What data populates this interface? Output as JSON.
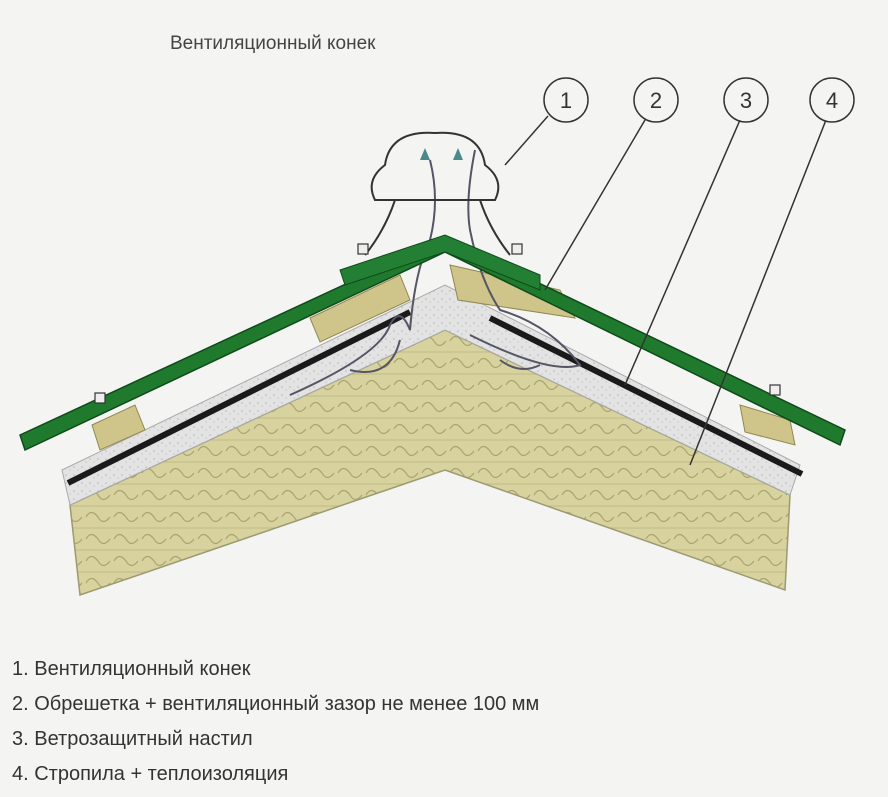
{
  "title": "Вентиляционный конек",
  "callouts": [
    "1",
    "2",
    "3",
    "4"
  ],
  "legend": [
    "1. Вентиляционный конек",
    "2. Обрешетка + вентиляционный зазор не менее 100 мм",
    "3. Ветрозащитный настил",
    "4. Стропила + теплоизоляция"
  ],
  "colors": {
    "roofing": "#1f7a2e",
    "insulation": "#d6d09a",
    "windproof": "#dcdcdc",
    "membrane": "#1a1a1a",
    "batten": "#cfc48a"
  }
}
